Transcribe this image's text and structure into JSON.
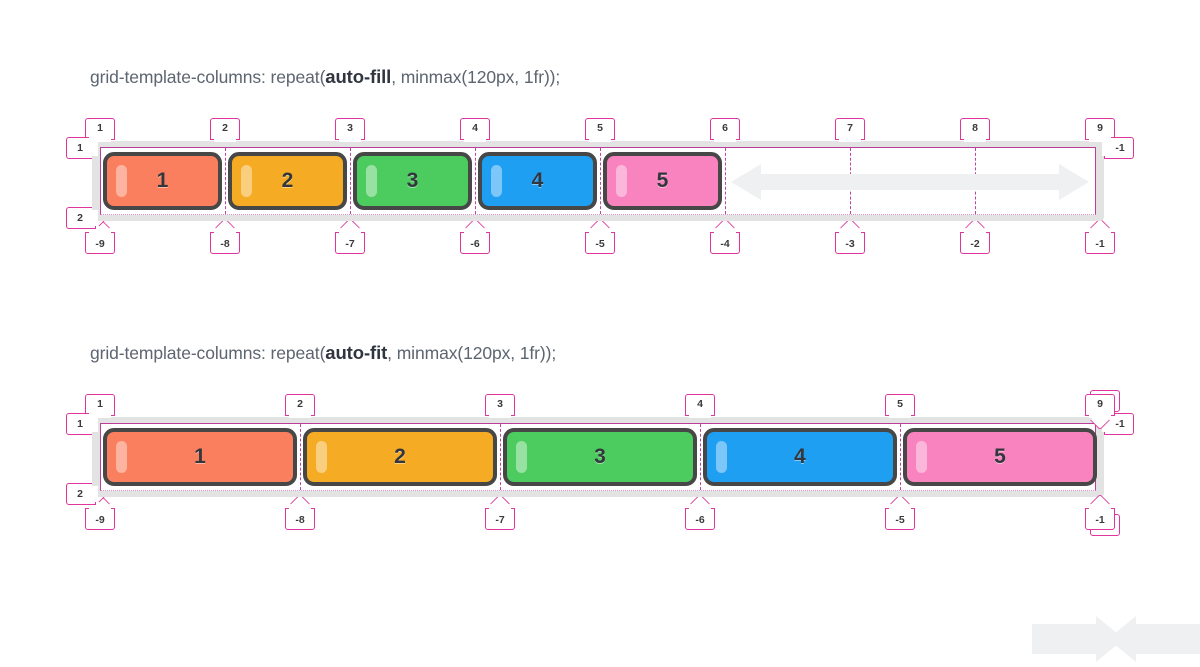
{
  "page": {
    "background": "#ffffff",
    "accent_magenta": "#e0359c",
    "grid_border": "#bb3f9a",
    "item_border": "#474747",
    "track_bg": "#e3e3e3"
  },
  "sections": [
    {
      "id": "autofill",
      "title_prefix": "grid-template-columns: repeat(",
      "title_keyword": "auto-fill",
      "title_suffix": ", minmax(120px, 1fr));",
      "track_count": 8,
      "filled_tracks": 5,
      "empty_tracks_note": "arrow",
      "top_line_numbers": [
        "1",
        "2",
        "3",
        "4",
        "5",
        "6",
        "7",
        "8",
        "9"
      ],
      "bottom_line_numbers": [
        "-9",
        "-8",
        "-7",
        "-6",
        "-5",
        "-4",
        "-3",
        "-2",
        "-1"
      ],
      "left_row_numbers": [
        "1",
        "2"
      ],
      "right_row_numbers": [
        "-1"
      ],
      "right_edge_inline_number": "-1",
      "items": [
        {
          "label": "1",
          "color": "#fa7f5e"
        },
        {
          "label": "2",
          "color": "#f5ac24"
        },
        {
          "label": "3",
          "color": "#4ccb5f"
        },
        {
          "label": "4",
          "color": "#1e9ff2"
        },
        {
          "label": "5",
          "color": "#f983be"
        }
      ]
    },
    {
      "id": "autofit",
      "title_prefix": "grid-template-columns: repeat(",
      "title_keyword": "auto-fit",
      "title_suffix": ", minmax(120px, 1fr));",
      "track_count": 5,
      "filled_tracks": 5,
      "empty_tracks_note": "collapsed",
      "top_line_numbers": [
        "1",
        "2",
        "3",
        "4",
        "5",
        "9"
      ],
      "bottom_line_numbers": [
        "-9",
        "-8",
        "-7",
        "-6",
        "-5",
        "-1"
      ],
      "left_row_numbers": [
        "1",
        "2"
      ],
      "right_row_numbers": [
        "-1"
      ],
      "right_edge_inline_number": "-1",
      "items": [
        {
          "label": "1",
          "color": "#fa7f5e"
        },
        {
          "label": "2",
          "color": "#f5ac24"
        },
        {
          "label": "3",
          "color": "#4ccb5f"
        },
        {
          "label": "4",
          "color": "#1e9ff2"
        },
        {
          "label": "5",
          "color": "#f983be"
        }
      ]
    }
  ]
}
